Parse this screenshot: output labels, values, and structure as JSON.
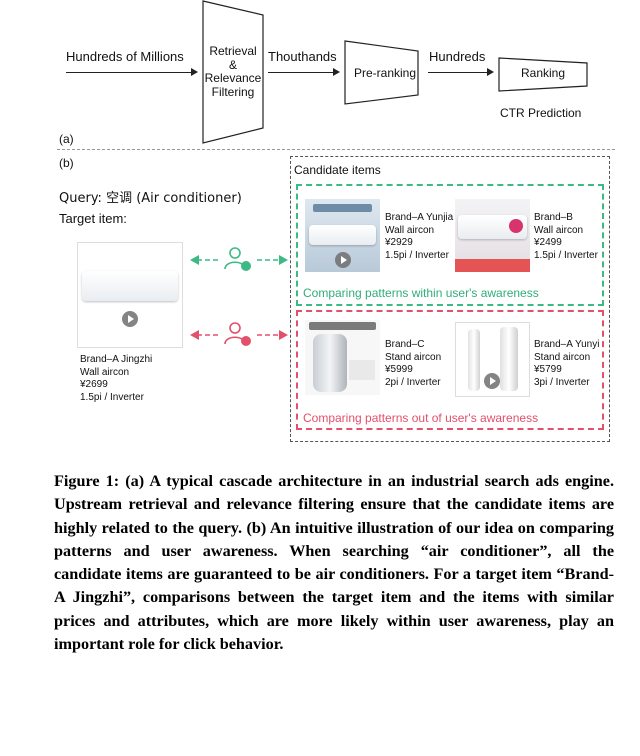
{
  "part_a": {
    "label": "(a)",
    "input_text": "Hundreds of Millions",
    "stage1_lines": [
      "Retrieval",
      "&",
      "Relevance",
      "Filtering"
    ],
    "mid1_text": "Thouthands",
    "stage2": "Pre-ranking",
    "mid2_text": "Hundreds",
    "stage3": "Ranking",
    "stage3_sub": "CTR Prediction"
  },
  "part_b": {
    "label": "(b)",
    "query": "Query: 空调 (Air conditioner)",
    "target_label": "Target item:",
    "target_item": [
      "Brand–A Jingzhi",
      "Wall aircon",
      "¥2699",
      "1.5pi / Inverter"
    ],
    "candidates_title": "Candidate items",
    "within_group": {
      "caption": "Comparing patterns within user's awareness",
      "items": [
        [
          "Brand–A Yunjia",
          "Wall aircon",
          "¥2929",
          "1.5pi / Inverter"
        ],
        [
          "Brand–B",
          "Wall aircon",
          "¥2499",
          "1.5pi / Inverter"
        ]
      ]
    },
    "out_group": {
      "caption": "Comparing patterns out of user's awareness",
      "items": [
        [
          "Brand–C",
          "Stand aircon",
          "¥5999",
          "2pi / Inverter"
        ],
        [
          "Brand–A Yunyi",
          "Stand aircon",
          "¥5799",
          "3pi / Inverter"
        ]
      ]
    },
    "colors": {
      "green": "#3cba84",
      "red": "#e2506b"
    }
  },
  "caption": "Figure 1: (a) A typical cascade architecture in an industrial search ads engine. Upstream retrieval and relevance filtering ensure that the candidate items are highly related to the query. (b) An intuitive illustration of our idea on comparing patterns and user awareness. When searching “air conditioner”, all the candidate items are guaranteed to be air conditioners. For a target item “Brand-A Jingzhi”, comparisons between the target item and the items with similar prices and attributes, which are more likely within user awareness, play an important role for click behavior."
}
